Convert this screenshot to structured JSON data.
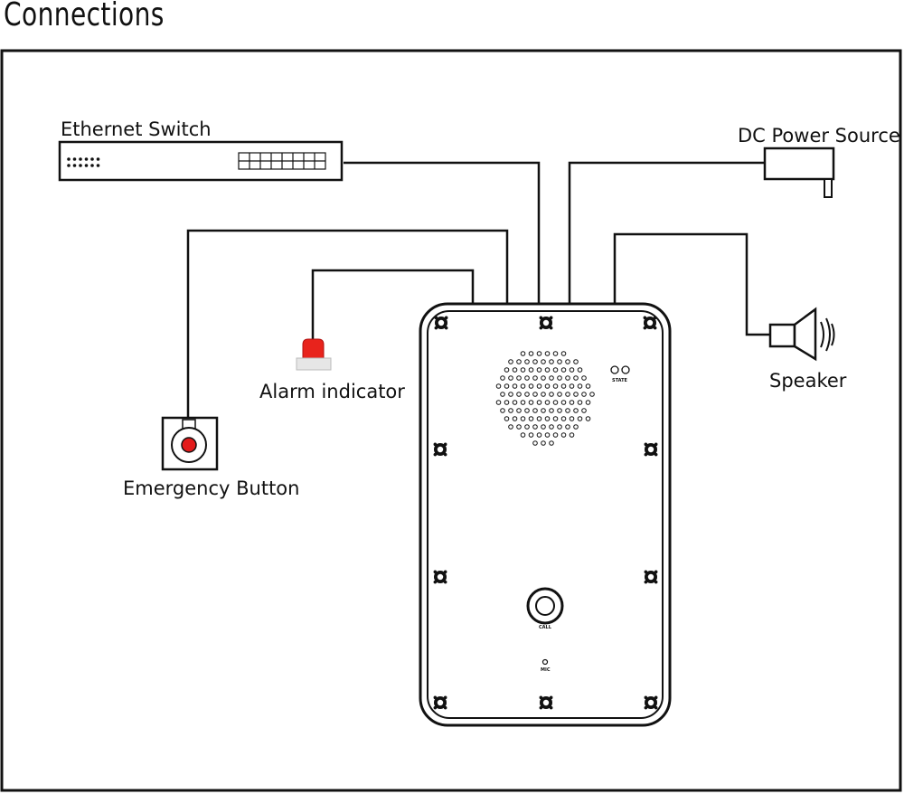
{
  "title": "Connections",
  "labels": {
    "ethernet_switch": "Ethernet Switch",
    "dc_power_source": "DC Power Source",
    "alarm_indicator": "Alarm indicator",
    "emergency_button": "Emergency Button",
    "speaker": "Speaker"
  },
  "panel_labels": {
    "state": "STATE",
    "call": "CALL",
    "mic": "MIC"
  },
  "colors": {
    "line": "#111111",
    "alarm_red": "#e8231c",
    "button_red": "#e31b1b",
    "panel_fill": "#ffffff"
  },
  "icons": [
    "ethernet-switch-icon",
    "dc-adapter-icon",
    "alarm-light-icon",
    "emergency-button-icon",
    "speaker-icon",
    "intercom-panel-icon"
  ]
}
